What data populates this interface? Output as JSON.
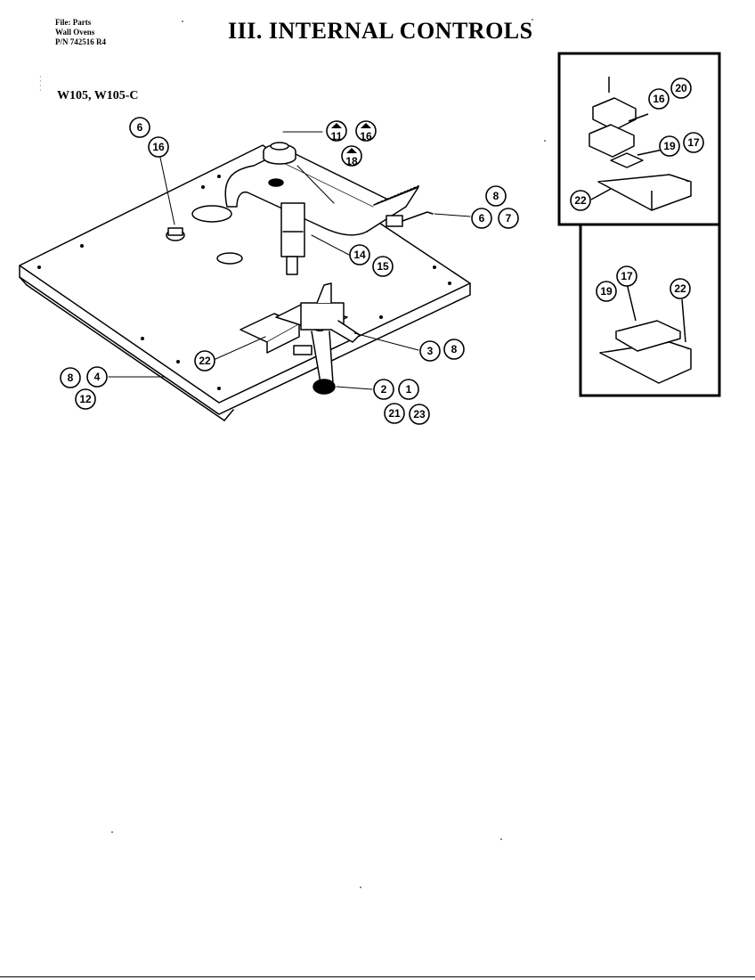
{
  "header": {
    "file_line": "File: Parts",
    "category_line": "Wall Ovens",
    "part_number_line": "P/N 742516 R4"
  },
  "title": "III. INTERNAL CONTROLS",
  "model_label": "W105, W105-C",
  "callouts": {
    "main": [
      "6",
      "16",
      "11",
      "16",
      "18",
      "8",
      "6",
      "7",
      "14",
      "15",
      "3",
      "8",
      "22",
      "8",
      "4",
      "12",
      "2",
      "1",
      "21",
      "23"
    ],
    "inset_top": [
      "16",
      "20",
      "19",
      "17",
      "22"
    ],
    "inset_bottom": [
      "19",
      "17",
      "22"
    ]
  }
}
